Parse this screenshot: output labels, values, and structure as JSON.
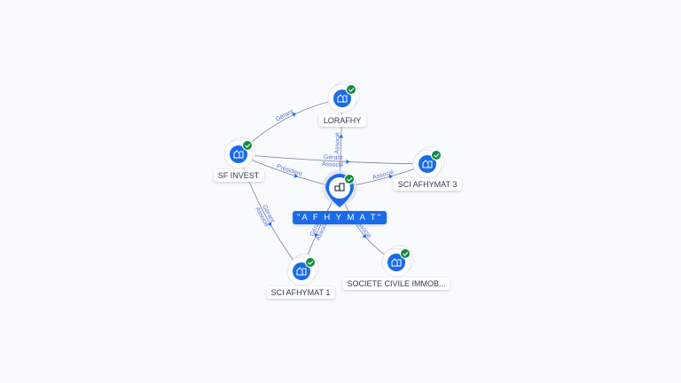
{
  "colors": {
    "accent": "#1a6be8",
    "check": "#168a45",
    "edge": "#7c82a0",
    "edge_label": "#5b74e0"
  },
  "nodes": [
    {
      "id": "center",
      "label": "\"A F H Y M A T\"",
      "main": true,
      "icon": "building-icon",
      "verified": true
    },
    {
      "id": "lorafhy",
      "label": "LORAFHY",
      "icon": "building-icon",
      "verified": true
    },
    {
      "id": "sfinvest",
      "label": "SF INVEST",
      "icon": "building-icon",
      "verified": true
    },
    {
      "id": "sci3",
      "label": "SCI AFHYMAT 3",
      "icon": "building-icon",
      "verified": true
    },
    {
      "id": "sci1",
      "label": "SCI AFHYMAT 1",
      "icon": "building-icon",
      "verified": true
    },
    {
      "id": "societe",
      "label": "SOCIETE CIVILE IMMOB...",
      "icon": "building-icon",
      "verified": true
    }
  ],
  "edges": [
    {
      "from": "sfinvest",
      "to": "lorafhy",
      "labels": [
        "Gérant"
      ]
    },
    {
      "from": "sfinvest",
      "to": "sci3",
      "labels": [
        "Gérant",
        "Associé"
      ]
    },
    {
      "from": "sfinvest",
      "to": "center",
      "labels": [
        "Président"
      ]
    },
    {
      "from": "sfinvest",
      "to": "sci1",
      "labels": [
        "Gérant",
        "Associé"
      ]
    },
    {
      "from": "center",
      "to": "lorafhy",
      "labels": [
        "Associé"
      ]
    },
    {
      "from": "center",
      "to": "sci3",
      "labels": [
        "Associé"
      ]
    },
    {
      "from": "center",
      "to": "sci1",
      "labels": [
        "Gérant",
        "Associé"
      ]
    },
    {
      "from": "center",
      "to": "societe",
      "labels": [
        "Associé"
      ]
    }
  ]
}
